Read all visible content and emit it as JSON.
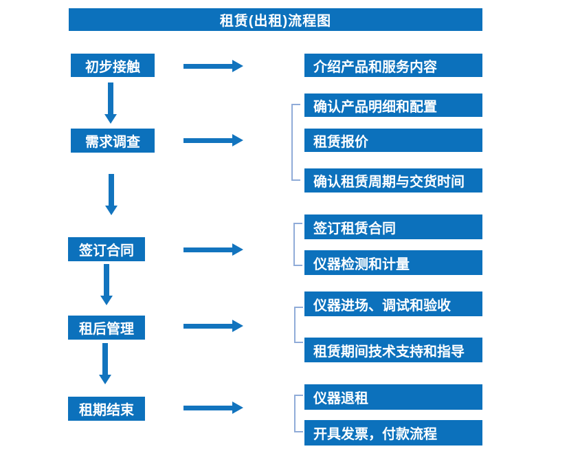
{
  "title": "租赁(出租)流程图",
  "theme": {
    "box_color": "#0C71BC",
    "arrow_color": "#1274BE",
    "bracket_color": "#8FABD8",
    "text_color": "#FFFFFF",
    "background": "#FFFFFF"
  },
  "steps": [
    {
      "label": "初步接触",
      "outputs": [
        "介绍产品和服务内容"
      ]
    },
    {
      "label": "需求调查",
      "outputs": [
        "确认产品明细和配置",
        "租赁报价",
        "确认租赁周期与交货时间"
      ]
    },
    {
      "label": "签订合同",
      "outputs": [
        "签订租赁合同",
        "仪器检测和计量"
      ]
    },
    {
      "label": "租后管理",
      "outputs": [
        "仪器进场、调试和验收",
        "租赁期间技术支持和指导"
      ]
    },
    {
      "label": "租期结束",
      "outputs": [
        "仪器退租",
        "开具发票，付款流程"
      ]
    }
  ]
}
